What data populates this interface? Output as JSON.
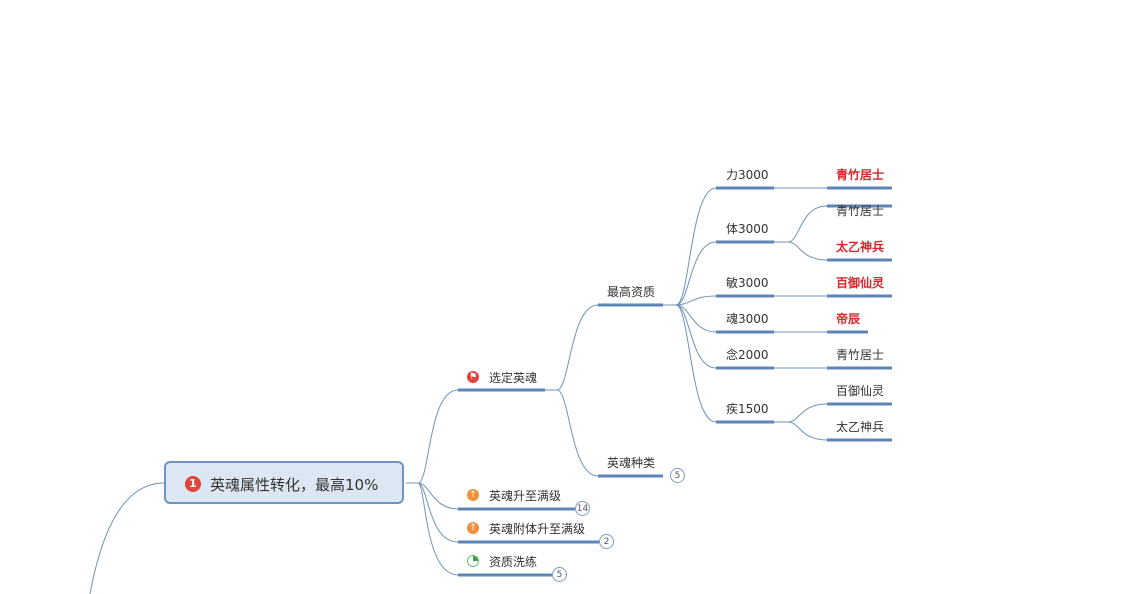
{
  "root": {
    "label": "英魂属性转化，最高10%",
    "icon": "priority-1-icon"
  },
  "branches": [
    {
      "label": "选定英魂",
      "icon": "red-flag-icon"
    },
    {
      "label": "英魂升至满级",
      "icon": "orange-up-arrow-icon",
      "collapsed_count": "14"
    },
    {
      "label": "英魂附体升至满级",
      "icon": "orange-up-arrow-icon",
      "collapsed_count": "2"
    },
    {
      "label": "资质洗练",
      "icon": "progress-quarter-icon",
      "collapsed_count": "5"
    }
  ],
  "sub": [
    {
      "label": "最高资质"
    },
    {
      "label": "英魂种类",
      "collapsed_count": "5"
    }
  ],
  "stats": [
    {
      "label": "力3000",
      "heroes": [
        {
          "name": "青竹居士",
          "highlight": true
        }
      ]
    },
    {
      "label": "体3000",
      "heroes": [
        {
          "name": "青竹居士",
          "highlight": false
        },
        {
          "name": "太乙神兵",
          "highlight": true
        }
      ]
    },
    {
      "label": "敏3000",
      "heroes": [
        {
          "name": "百御仙灵",
          "highlight": true
        }
      ]
    },
    {
      "label": "魂3000",
      "heroes": [
        {
          "name": "帝辰",
          "highlight": true
        }
      ]
    },
    {
      "label": "念2000",
      "heroes": [
        {
          "name": "青竹居士",
          "highlight": false
        }
      ]
    },
    {
      "label": "疾1500",
      "heroes": [
        {
          "name": "百御仙灵",
          "highlight": false
        },
        {
          "name": "太乙神兵",
          "highlight": false
        }
      ]
    }
  ],
  "colors": {
    "line": "#5b86b5",
    "highlight": "#d9242b",
    "root_fill": "#dce7f3"
  }
}
